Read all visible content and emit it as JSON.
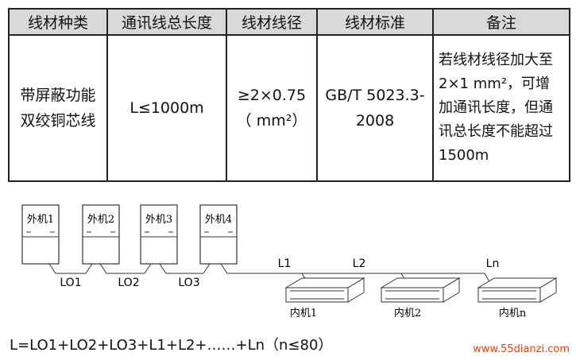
{
  "table": {
    "headers": [
      "线材种类",
      "通讯线总长度",
      "线材线径",
      "线材标准",
      "备注"
    ],
    "row": {
      "type_line1": "带屏蔽功能",
      "type_line2": "双绞铜芯线",
      "length": "L≤1000m",
      "diameter_line1": "≥2×0.75",
      "diameter_line2": "（ mm²）",
      "standard_line1": "GB/T 5023.3-",
      "standard_line2": "2008",
      "remark_lines": [
        "若线材线径加大至",
        "2×1 mm²，可增",
        "加通讯长度，但通",
        "讯总长度不能超过",
        "1500m"
      ]
    }
  },
  "diagram": {
    "outdoor_units": [
      "外机1",
      "外机2",
      "外机3",
      "外机4"
    ],
    "outdoor_segments": [
      "LO1",
      "LO2",
      "LO3"
    ],
    "indoor_segments": [
      "L1",
      "L2",
      "Ln"
    ],
    "indoor_units": [
      "内机1",
      "内机2",
      "内机n"
    ]
  },
  "formula": "L=LO1+LO2+LO3+L1+L2+……+Ln（n≤80）",
  "watermark": "www.55dianzi.com"
}
